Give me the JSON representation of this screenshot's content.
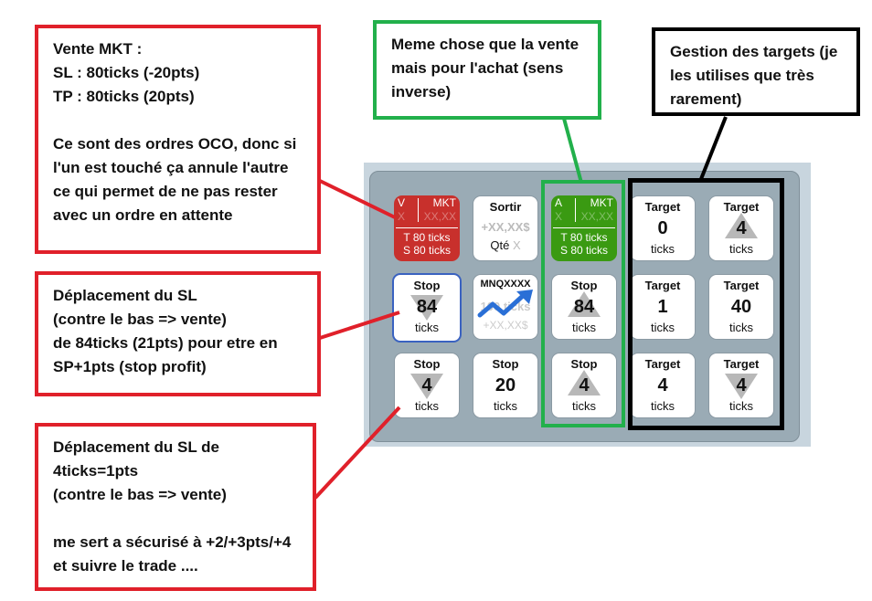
{
  "notes": {
    "sell": "Vente MKT :\nSL : 80ticks (-20pts)\nTP : 80ticks (20pts)\n\nCe sont des ordres OCO, donc si l'un est touché ça annule l'autre ce qui permet de ne pas rester avec un ordre en attente",
    "buy": "Meme chose que la vente mais pour l'achat (sens inverse)",
    "targets": "Gestion des targets (je les utilises que très rarement)",
    "stop84": "Déplacement du SL\n(contre le bas => vente)\nde 84ticks (21pts) pour etre en SP+1pts (stop profit)",
    "stop4": "Déplacement du SL de 4ticks=1pts\n(contre le bas => vente)\n\nme sert a sécurisé à +2/+3pts/+4 et suivre le trade ...."
  },
  "sell": {
    "side": "V",
    "type": "MKT",
    "qty": "X",
    "price": "XX,XX",
    "tp": "T 80 ticks",
    "sl": "S 80 ticks"
  },
  "buy": {
    "side": "A",
    "type": "MKT",
    "qty": "X",
    "price": "XX,XX",
    "tp": "T 80 ticks",
    "sl": "S 80 ticks"
  },
  "exit": {
    "label": "Sortir",
    "pnl": "+XX,XX$",
    "qty_label": "Qté",
    "qty": "X"
  },
  "instrument": {
    "symbol": "MNQXXXX",
    "ticks": "100 ticks",
    "pnl": "+XX,XX$"
  },
  "stops": [
    {
      "label": "Stop",
      "value": "84",
      "unit": "ticks",
      "dir": "down"
    },
    {
      "label": "Stop",
      "value": "4",
      "unit": "ticks",
      "dir": "down"
    },
    {
      "label": "Stop",
      "value": "20",
      "unit": "ticks",
      "dir": "none"
    },
    {
      "label": "Stop",
      "value": "84",
      "unit": "ticks",
      "dir": "up"
    },
    {
      "label": "Stop",
      "value": "4",
      "unit": "ticks",
      "dir": "up"
    }
  ],
  "targets": [
    {
      "label": "Target",
      "value": "0",
      "unit": "ticks"
    },
    {
      "label": "Target",
      "value": "4",
      "unit": "ticks"
    },
    {
      "label": "Target",
      "value": "1",
      "unit": "ticks"
    },
    {
      "label": "Target",
      "value": "40",
      "unit": "ticks"
    },
    {
      "label": "Target",
      "value": "4",
      "unit": "ticks"
    },
    {
      "label": "Target",
      "value": "4",
      "unit": "ticks"
    }
  ],
  "colors": {
    "sell": "#c8302c",
    "buy": "#3a9a12",
    "red": "#e0202a",
    "green": "#22b04b"
  }
}
